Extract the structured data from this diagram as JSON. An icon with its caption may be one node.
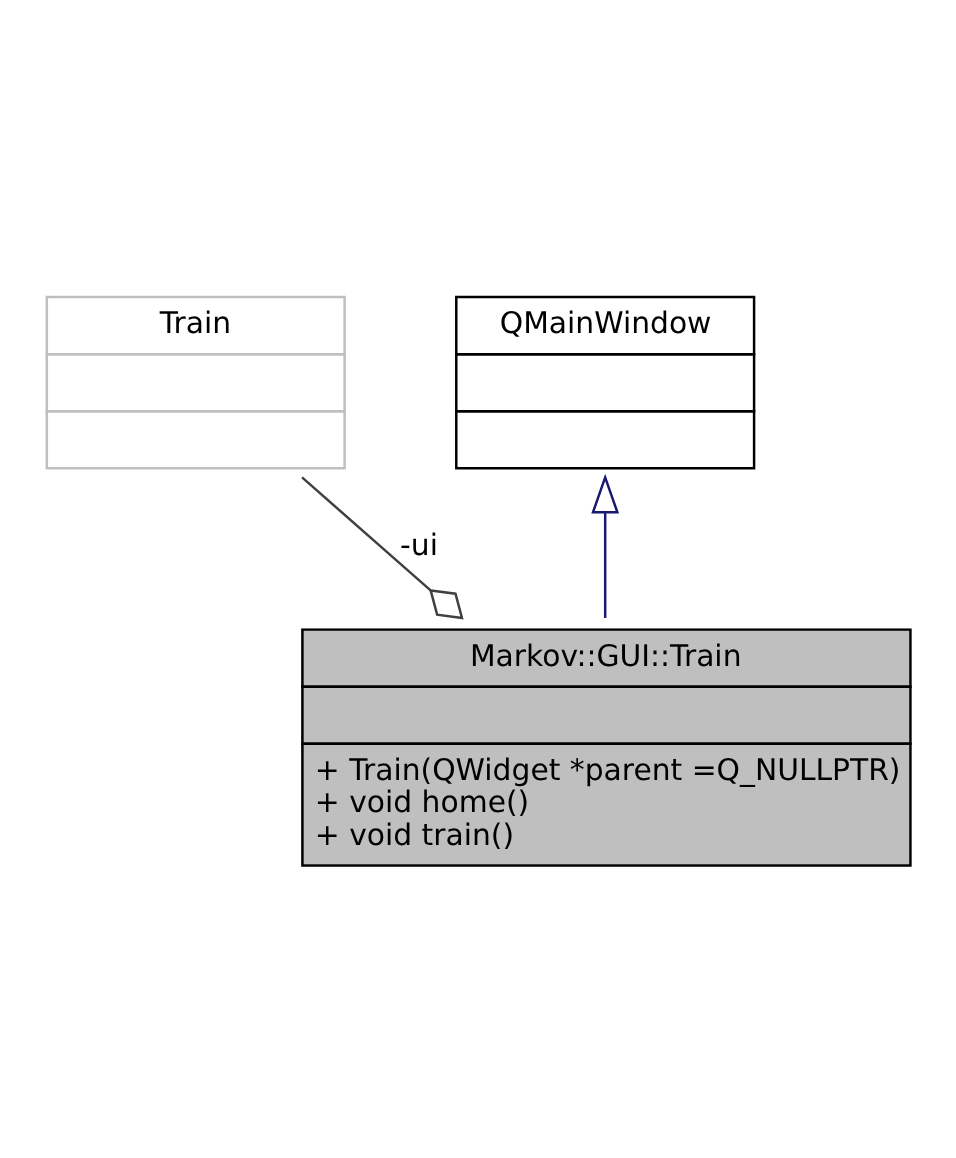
{
  "diagram": {
    "nodes": [
      {
        "text": [
          "QMainWindow"
        ]
      },
      {
        "text": [
          "Train"
        ]
      },
      {
        "text": [
          "Markov::GUI::Train",
          "+ Train(QWidget *parent =Q_NULLPTR)",
          "+ void home()",
          "+ void train()"
        ]
      }
    ],
    "edges": [
      {
        "from": 2,
        "to": 0,
        "arrow": "to",
        "color": "#191970"
      },
      {
        "from": 1,
        "to": 2,
        "arrow": "other",
        "label": "-ui",
        "color": "#404040"
      }
    ]
  }
}
